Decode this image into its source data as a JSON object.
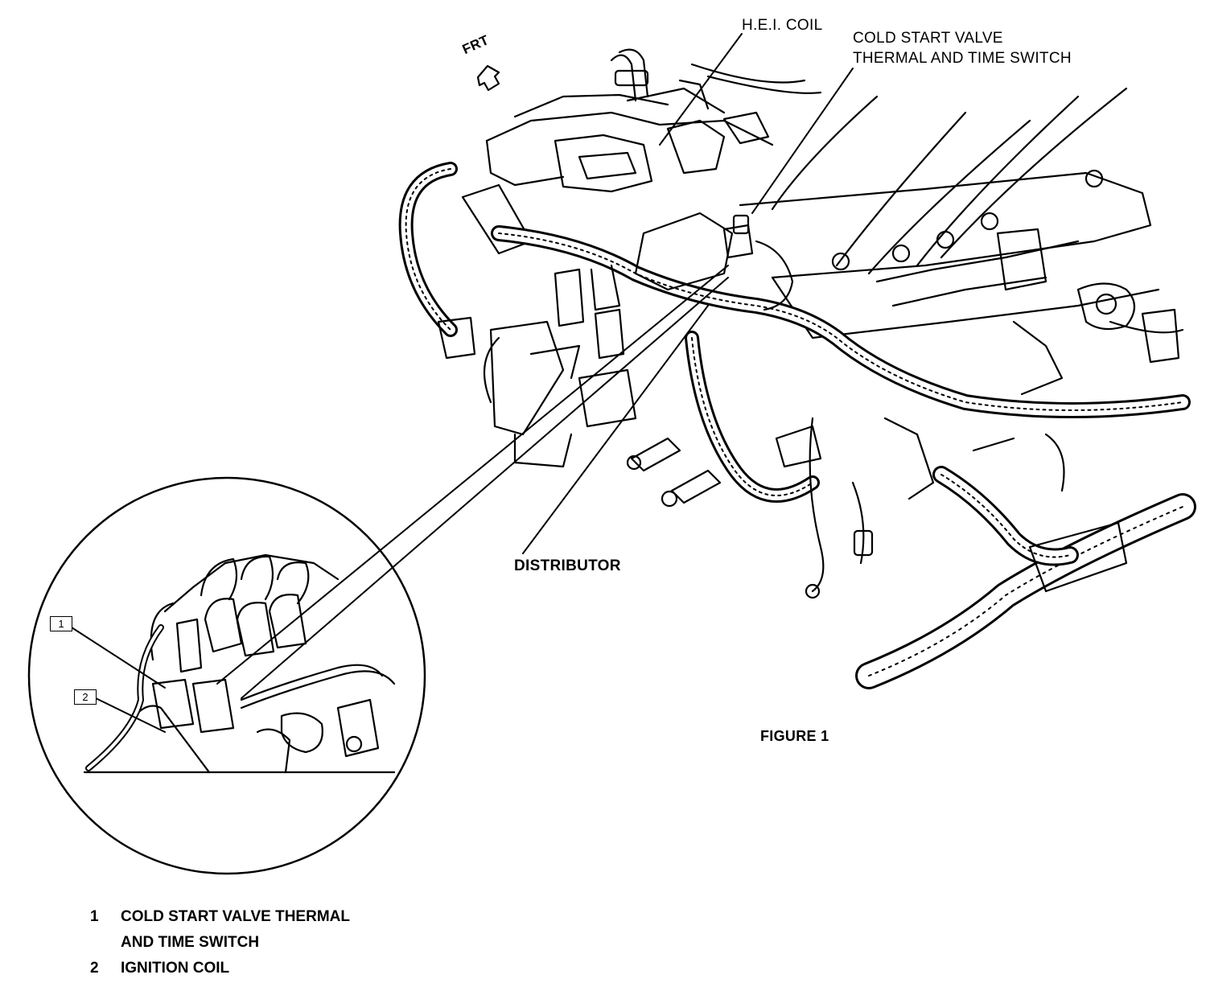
{
  "labels": {
    "frt": "FRT",
    "hei_coil": "H.E.I. COIL",
    "cold_start_line1": "COLD START VALVE",
    "cold_start_line2": "THERMAL AND TIME SWITCH",
    "distributor": "DISTRIBUTOR",
    "figure": "FIGURE 1"
  },
  "callouts": [
    {
      "number": "1"
    },
    {
      "number": "2"
    }
  ],
  "legend": [
    {
      "number": "1",
      "line1": "COLD START VALVE THERMAL",
      "line2": "AND TIME SWITCH"
    },
    {
      "number": "2",
      "line1": "IGNITION COIL"
    }
  ]
}
